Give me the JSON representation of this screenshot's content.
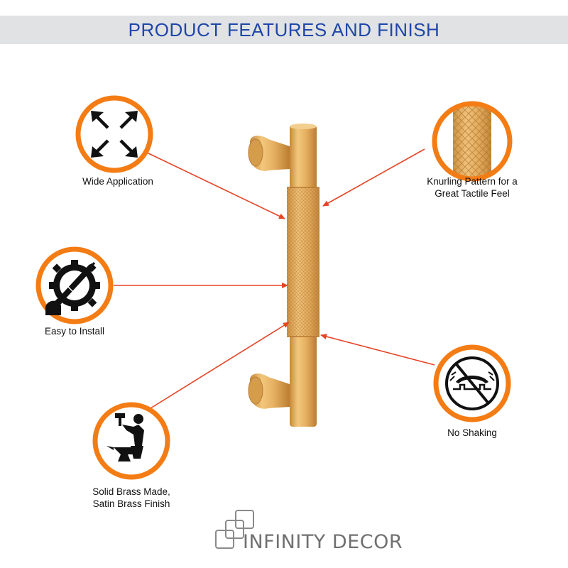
{
  "header": {
    "title": "PRODUCT FEATURES AND FINISH"
  },
  "accent_color": "#f47c14",
  "arrow_color": "#e64325",
  "product_color": "#e0aa55",
  "features": [
    {
      "id": "wide-application",
      "icon": "expand-arrows-icon",
      "lines": [
        "Wide Application"
      ]
    },
    {
      "id": "easy-to-install",
      "icon": "screwdriver-gear-icon",
      "lines": [
        "Easy to Install"
      ]
    },
    {
      "id": "solid-brass",
      "icon": "blacksmith-anvil-icon",
      "lines": [
        "Solid Brass Made,",
        "Satin Brass Finish"
      ]
    },
    {
      "id": "knurling-pattern",
      "icon": "knurled-texture-icon",
      "lines": [
        "Knurling Pattern for a",
        "Great Tactile Feel"
      ]
    },
    {
      "id": "no-shaking",
      "icon": "no-shaking-icon",
      "lines": [
        "No Shaking"
      ]
    }
  ],
  "brand": {
    "name": "INFINITY DECOR"
  }
}
